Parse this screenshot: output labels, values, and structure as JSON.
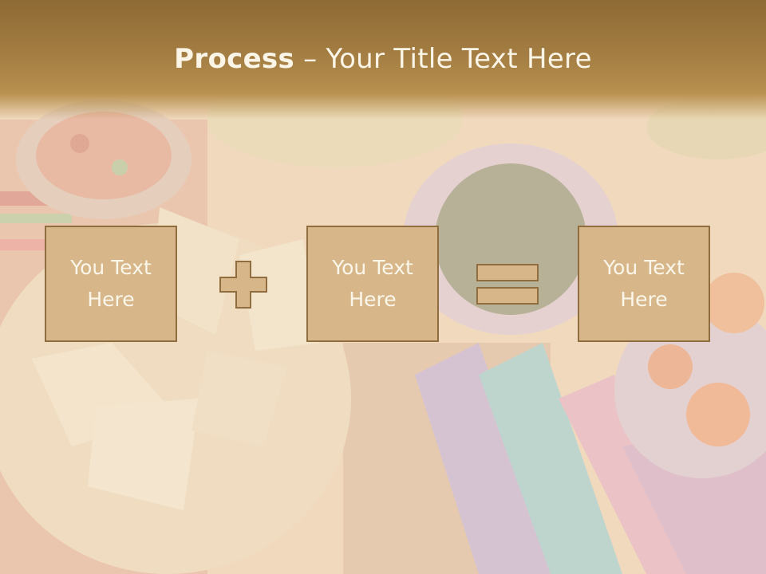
{
  "title": {
    "bold": "Process",
    "dash": " – ",
    "rest": "Your Title Text Here"
  },
  "boxes": [
    {
      "text": "You Text\nHere"
    },
    {
      "text": "You Text\nHere"
    },
    {
      "text": "You Text\nHere"
    }
  ],
  "colors": {
    "title_band": "#a37d42",
    "box_fill": "#d7b789",
    "box_border": "#8f6d3f",
    "text": "#fbf6ea"
  },
  "icons": [
    "plus-icon",
    "equals-icon"
  ]
}
